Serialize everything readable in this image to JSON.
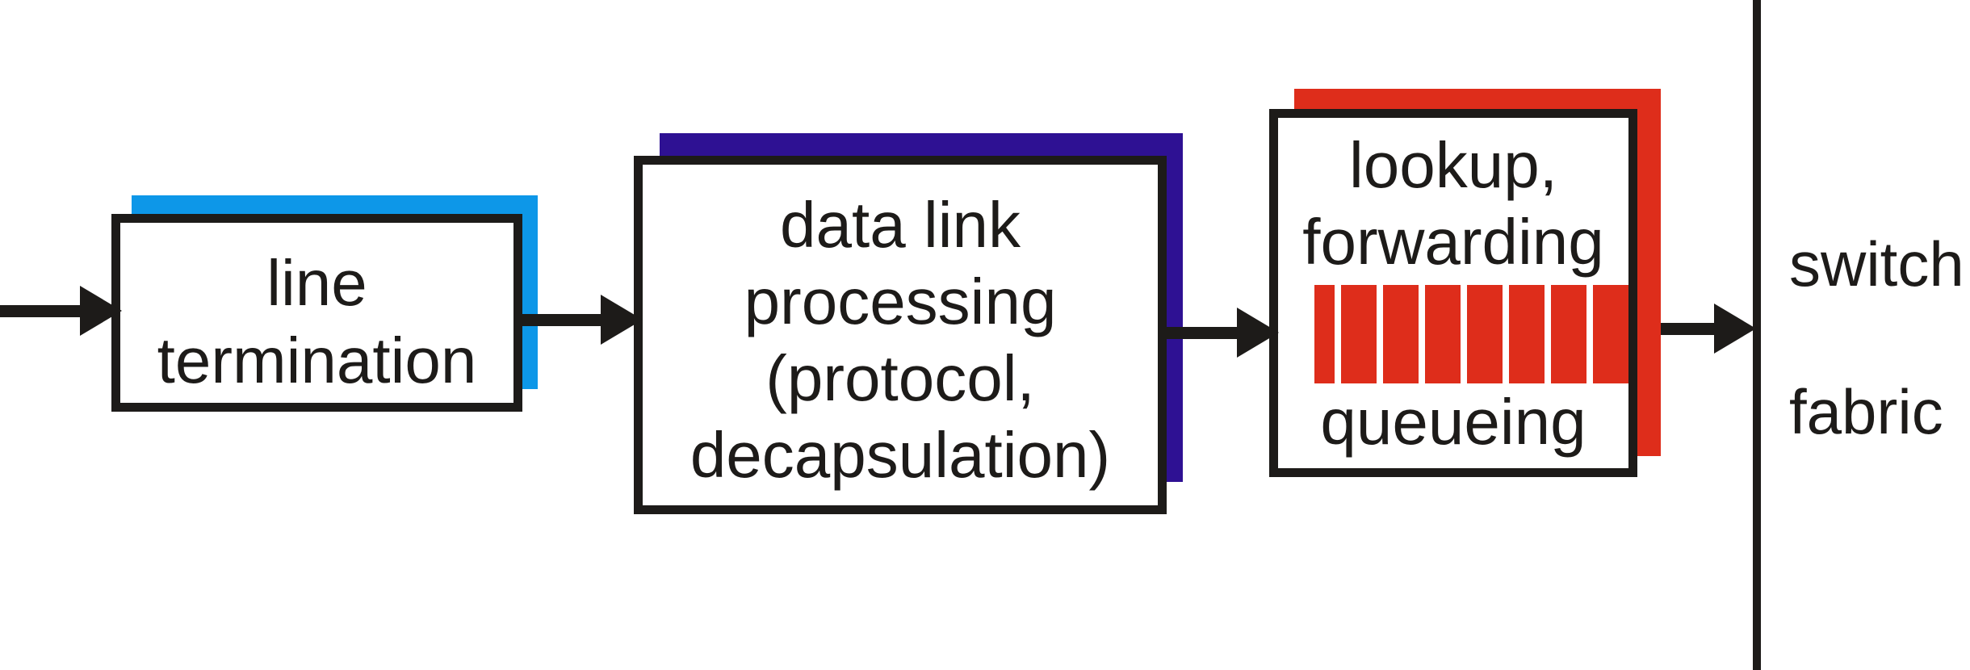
{
  "diagram": {
    "kind": "flow-diagram",
    "nodes": [
      {
        "id": "line-termination",
        "label_lines": [
          "line",
          "termination"
        ],
        "shadow_color": "#0d97e8"
      },
      {
        "id": "data-link-processing",
        "label_lines": [
          "data link",
          "processing",
          "(protocol,",
          "decapsulation)"
        ],
        "shadow_color": "#2e1193"
      },
      {
        "id": "lookup-forwarding-queueing",
        "label_lines": [
          "lookup,",
          "forwarding"
        ],
        "label_bottom": "queueing",
        "shadow_color": "#de2d1b",
        "queue": {
          "slot_count": 8,
          "first_slot_narrow": true,
          "color": "#de2d1b"
        }
      }
    ],
    "sink": {
      "label_lines": [
        "switch",
        "fabric"
      ]
    },
    "edges": [
      {
        "from": "input-line",
        "to": "line-termination"
      },
      {
        "from": "line-termination",
        "to": "data-link-processing"
      },
      {
        "from": "data-link-processing",
        "to": "lookup-forwarding-queueing"
      },
      {
        "from": "lookup-forwarding-queueing",
        "to": "switch-fabric"
      }
    ],
    "colors": {
      "ink": "#1d1b19",
      "background": "#ffffff",
      "cyan_shadow": "#0d97e8",
      "navy_shadow": "#2e1193",
      "red_shadow": "#de2d1b"
    }
  }
}
